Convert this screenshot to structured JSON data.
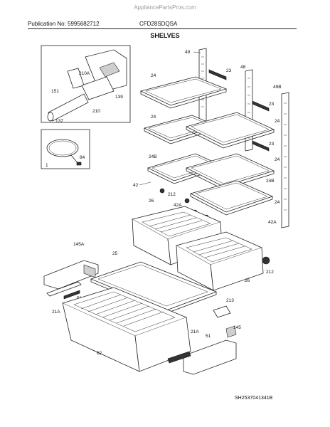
{
  "watermark": "ApplianceParts­Pros.com",
  "header": {
    "publication": "Publication No: 5995682712",
    "model": "CFD28SDQSA",
    "section_title": "SHELVES"
  },
  "footer": {
    "diagram_code": "SH2537041341B"
  },
  "parts": {
    "p49": "49",
    "p23": "23",
    "p48": "48",
    "p49b": "49B",
    "p24": "24",
    "p24b": "24B",
    "p42": "42",
    "p42a": "42A",
    "p212": "212",
    "p26": "26",
    "p25": "25",
    "p145a": "145A",
    "p145": "145",
    "p51": "51",
    "p21a": "21A",
    "p213": "213",
    "p62": "62",
    "p151": "151",
    "p210a": "210A",
    "p139": "139",
    "p137": "137",
    "p210": "210",
    "p84": "84",
    "p1": "1"
  }
}
